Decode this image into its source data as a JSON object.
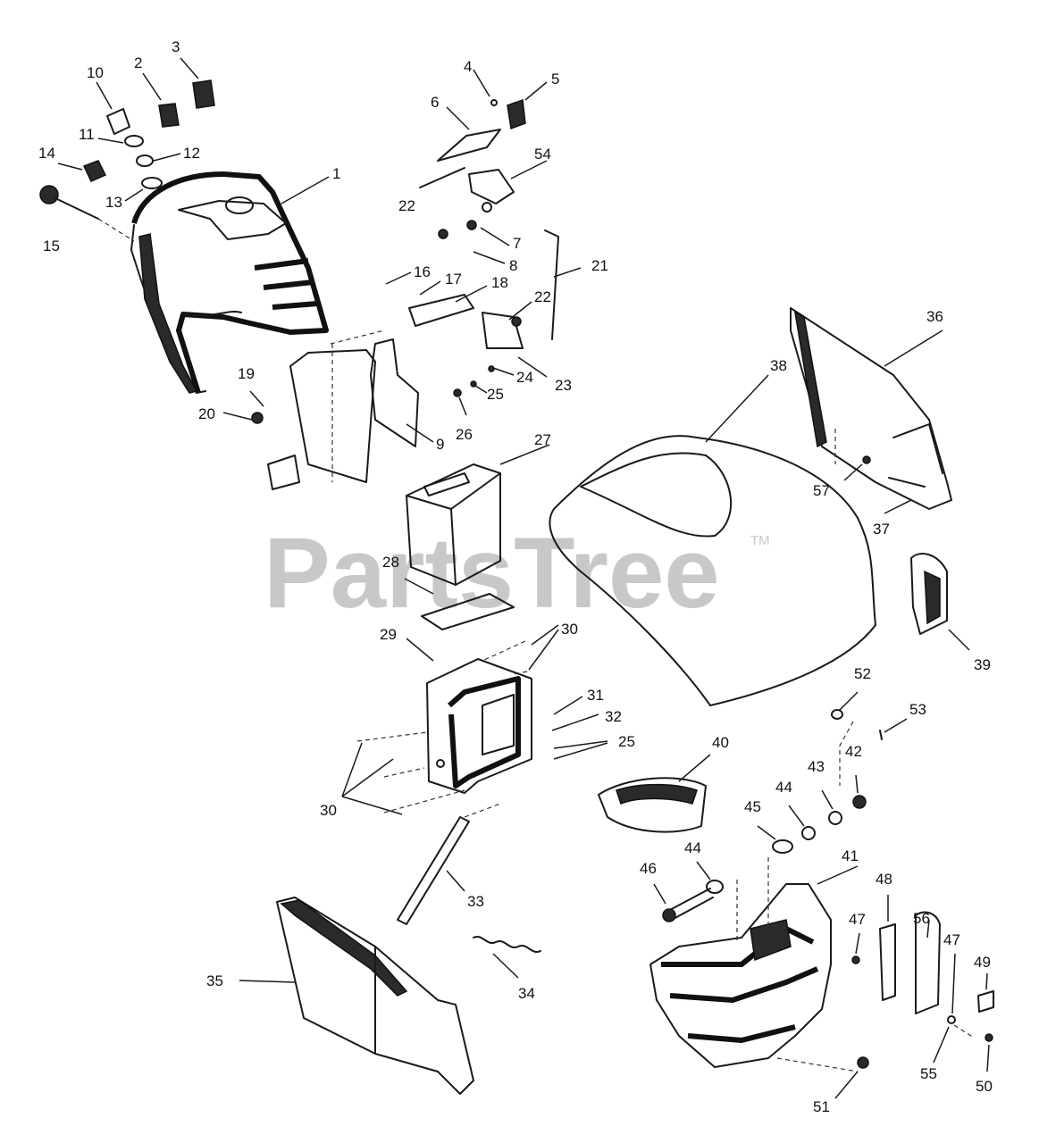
{
  "watermark": {
    "text": "PartsTree",
    "trademark": "TM",
    "color": "#c8c8c8"
  },
  "callouts": [
    "1",
    "2",
    "3",
    "4",
    "5",
    "6",
    "7",
    "8",
    "9",
    "10",
    "11",
    "12",
    "13",
    "14",
    "15",
    "16",
    "17",
    "18",
    "19",
    "20",
    "21",
    "22",
    "22",
    "23",
    "24",
    "25",
    "25",
    "26",
    "27",
    "28",
    "29",
    "30",
    "30",
    "31",
    "32",
    "33",
    "34",
    "35",
    "36",
    "37",
    "38",
    "39",
    "40",
    "41",
    "42",
    "43",
    "44",
    "44",
    "45",
    "46",
    "47",
    "47",
    "48",
    "49",
    "50",
    "51",
    "52",
    "53",
    "54",
    "55",
    "56",
    "57"
  ]
}
